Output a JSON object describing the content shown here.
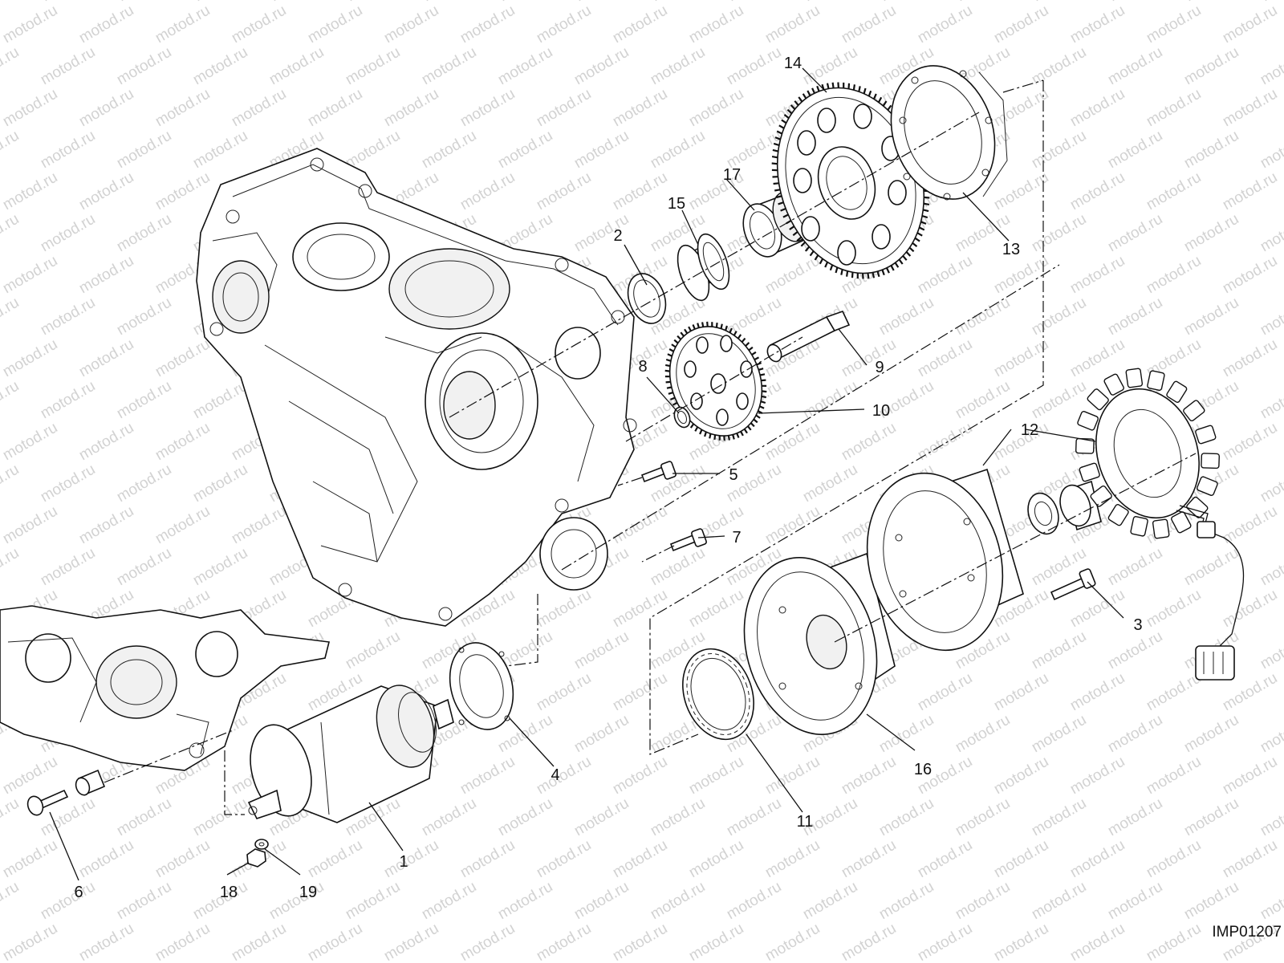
{
  "diagram": {
    "reference_code": "IMP01207",
    "watermark_text": "motod.ru",
    "callouts": [
      {
        "id": "1",
        "label": "1"
      },
      {
        "id": "2",
        "label": "2"
      },
      {
        "id": "3",
        "label": "3"
      },
      {
        "id": "4",
        "label": "4"
      },
      {
        "id": "5",
        "label": "5"
      },
      {
        "id": "6",
        "label": "6"
      },
      {
        "id": "7",
        "label": "7"
      },
      {
        "id": "8",
        "label": "8"
      },
      {
        "id": "9",
        "label": "9"
      },
      {
        "id": "10",
        "label": "10"
      },
      {
        "id": "11",
        "label": "11"
      },
      {
        "id": "12",
        "label": "12"
      },
      {
        "id": "13",
        "label": "13"
      },
      {
        "id": "14",
        "label": "14"
      },
      {
        "id": "15",
        "label": "15"
      },
      {
        "id": "16",
        "label": "16"
      },
      {
        "id": "17",
        "label": "17"
      },
      {
        "id": "18",
        "label": "18"
      },
      {
        "id": "19",
        "label": "19"
      }
    ]
  }
}
